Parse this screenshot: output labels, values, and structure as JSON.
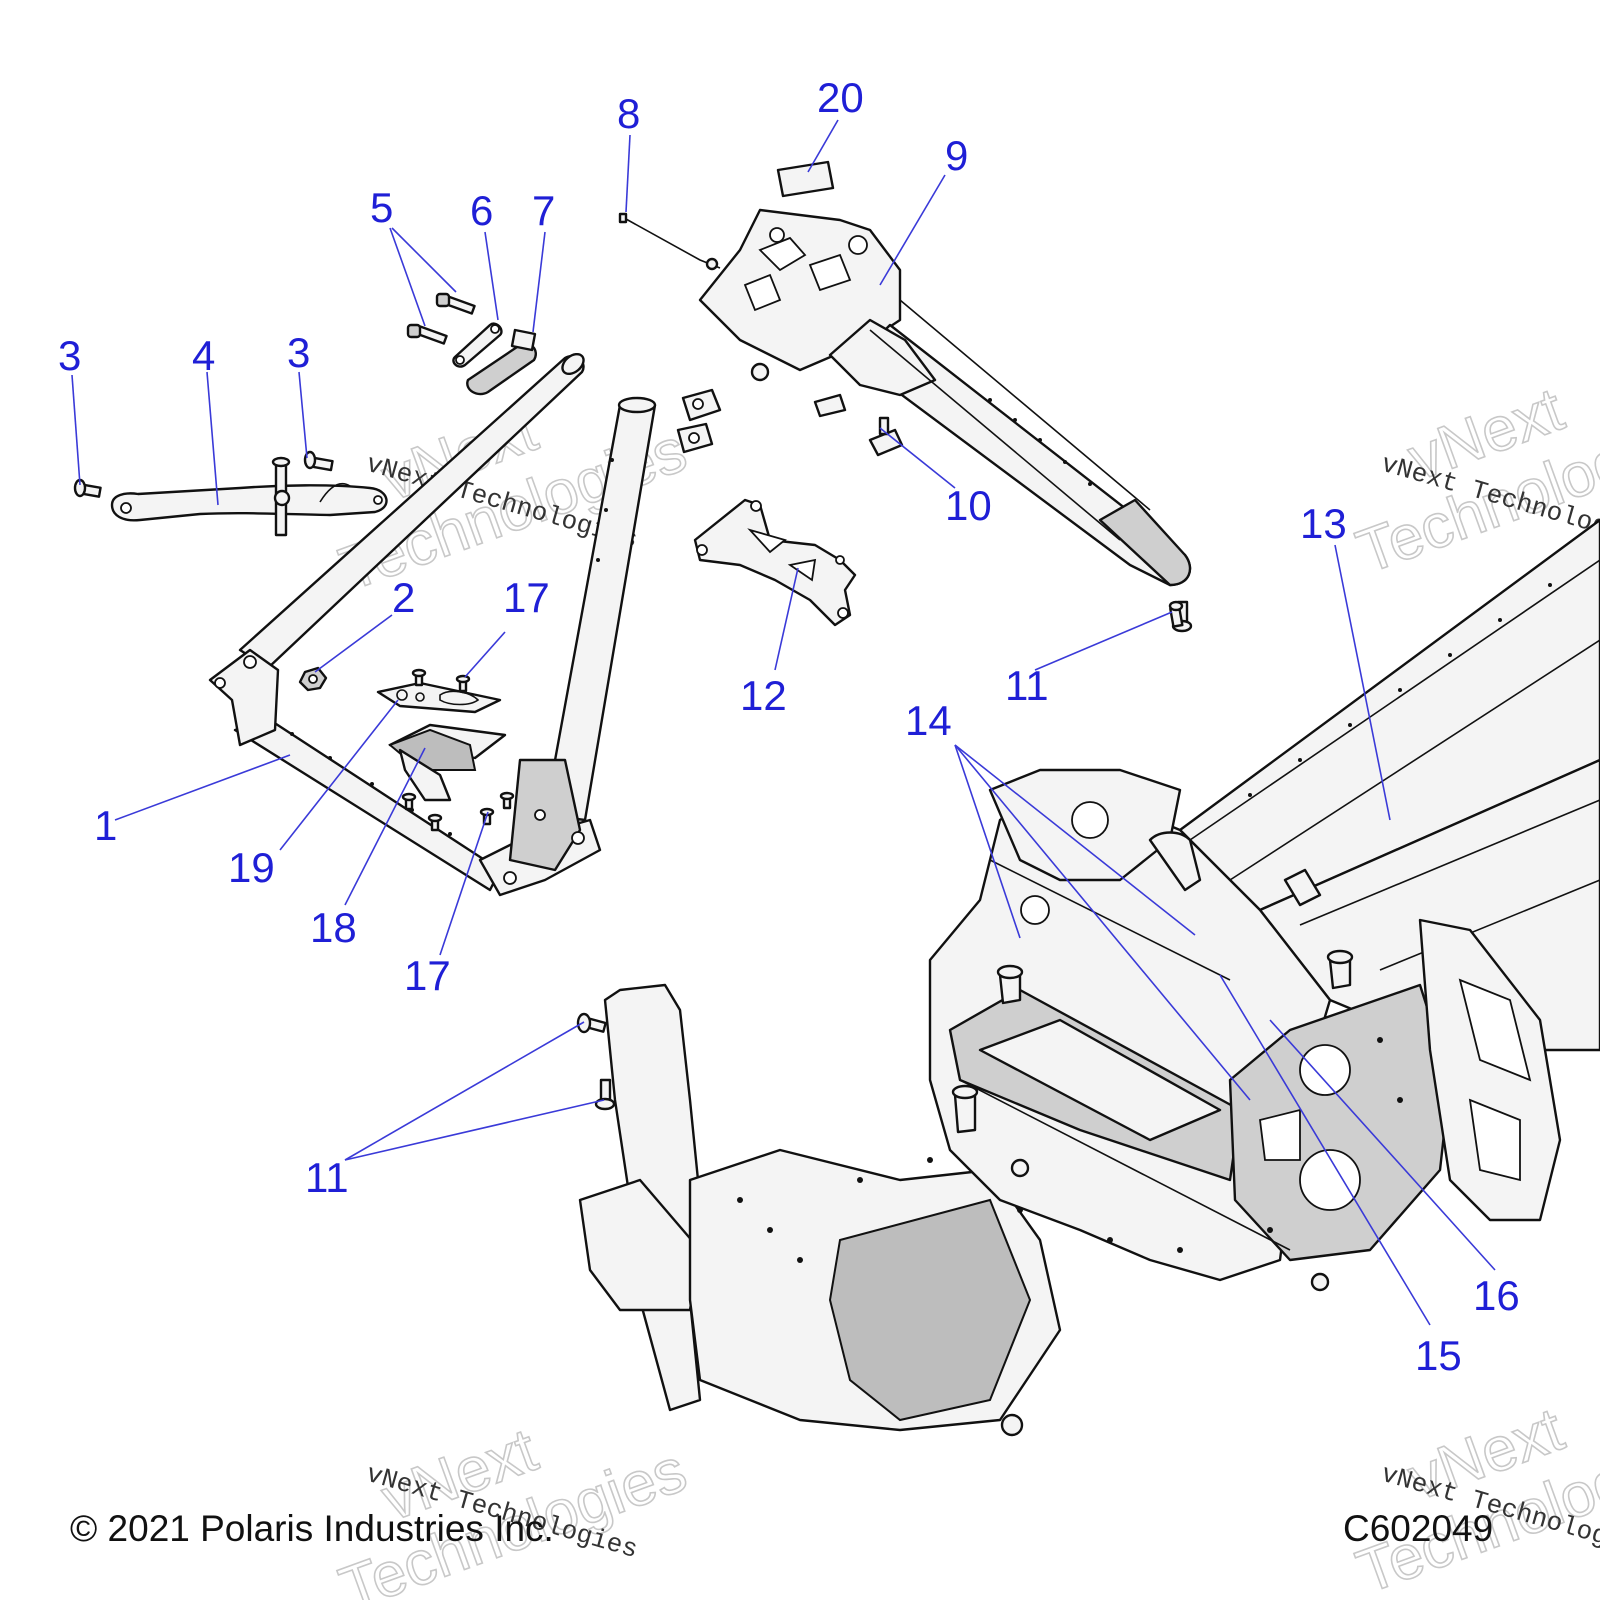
{
  "callouts": [
    {
      "id": "1",
      "label": "1"
    },
    {
      "id": "2",
      "label": "2"
    },
    {
      "id": "3a",
      "label": "3"
    },
    {
      "id": "3b",
      "label": "3"
    },
    {
      "id": "4",
      "label": "4"
    },
    {
      "id": "5",
      "label": "5"
    },
    {
      "id": "6",
      "label": "6"
    },
    {
      "id": "7",
      "label": "7"
    },
    {
      "id": "8",
      "label": "8"
    },
    {
      "id": "9",
      "label": "9"
    },
    {
      "id": "10",
      "label": "10"
    },
    {
      "id": "11a",
      "label": "11"
    },
    {
      "id": "11b",
      "label": "11"
    },
    {
      "id": "12",
      "label": "12"
    },
    {
      "id": "13",
      "label": "13"
    },
    {
      "id": "14",
      "label": "14"
    },
    {
      "id": "15",
      "label": "15"
    },
    {
      "id": "16",
      "label": "16"
    },
    {
      "id": "17a",
      "label": "17"
    },
    {
      "id": "17b",
      "label": "17"
    },
    {
      "id": "18",
      "label": "18"
    },
    {
      "id": "19",
      "label": "19"
    },
    {
      "id": "20",
      "label": "20"
    }
  ],
  "watermark": {
    "small": "vNext Technologies",
    "big_line1": "vNext",
    "big_line2": "Technologies"
  },
  "footer": {
    "copyright": "© 2021 Polaris Industries Inc.",
    "drawing_id": "C602049"
  },
  "colors": {
    "callout": "#1f1fd6",
    "leader": "#3a3ad8"
  }
}
